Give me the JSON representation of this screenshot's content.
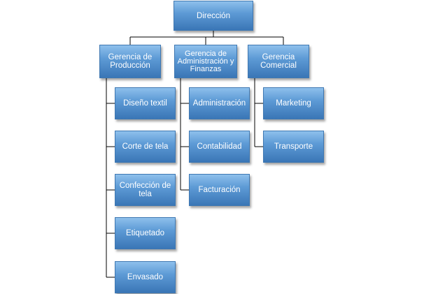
{
  "colors": {
    "node_fill_top": "#8ec0ec",
    "node_fill_bottom": "#3a76b6",
    "node_border": "#3f78b2",
    "node_text": "#ffffff",
    "connector": "#000000",
    "background": "#ffffff"
  },
  "org": {
    "root": {
      "label": "Dirección"
    },
    "departments": [
      {
        "label": "Gerencia de\nProducción",
        "units": [
          {
            "label": "Diseño textil"
          },
          {
            "label": "Corte de tela"
          },
          {
            "label": "Confección de\ntela"
          },
          {
            "label": "Etiquetado"
          },
          {
            "label": "Envasado"
          }
        ]
      },
      {
        "label": "Gerencia de\nAdministración y\nFinanzas",
        "units": [
          {
            "label": "Administración"
          },
          {
            "label": "Contabilidad"
          },
          {
            "label": "Facturación"
          }
        ]
      },
      {
        "label": "Gerencia\nComercial",
        "units": [
          {
            "label": "Marketing"
          },
          {
            "label": "Transporte"
          }
        ]
      }
    ]
  }
}
